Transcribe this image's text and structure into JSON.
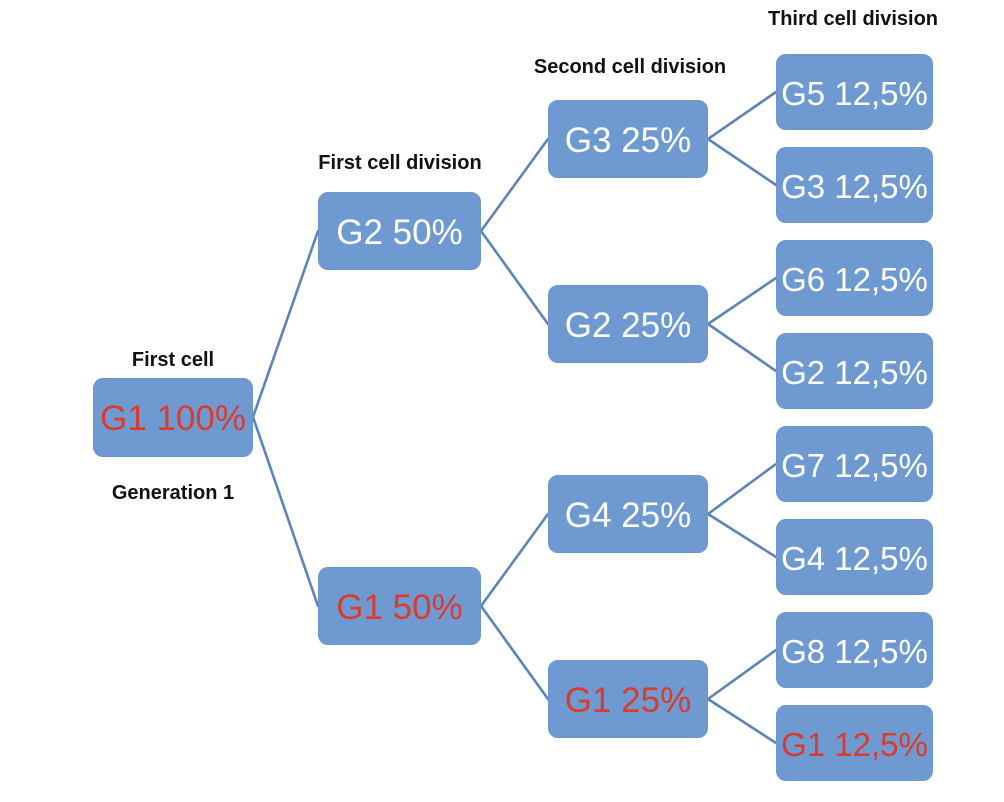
{
  "diagram": {
    "type": "tree",
    "direction": "left-to-right"
  },
  "labels": {
    "first_cell": "First cell",
    "generation_1": "Generation 1",
    "first_cell_division": "First cell division",
    "second_cell_division": "Second cell division",
    "third_cell_division": "Third cell division"
  },
  "colors": {
    "box_fill": "#6F9AD1",
    "box_border": "#6E97C9",
    "connector_line": "#5B84B8",
    "node_text_white": "#FFFFFF",
    "node_text_red": "#DB3B2A",
    "label_text": "#111111"
  },
  "nodes": [
    {
      "id": "g1-100",
      "label": "G1 100%",
      "color": "#DB3B2A",
      "level": 1
    },
    {
      "id": "g2-50",
      "label": "G2 50%",
      "color": "#FFFFFF",
      "level": 2
    },
    {
      "id": "g1-50",
      "label": "G1 50%",
      "color": "#DB3B2A",
      "level": 2
    },
    {
      "id": "g3-25",
      "label": "G3 25%",
      "color": "#FFFFFF",
      "level": 3
    },
    {
      "id": "g2-25",
      "label": "G2 25%",
      "color": "#FFFFFF",
      "level": 3
    },
    {
      "id": "g4-25",
      "label": "G4 25%",
      "color": "#FFFFFF",
      "level": 3
    },
    {
      "id": "g1-25",
      "label": "G1 25%",
      "color": "#DB3B2A",
      "level": 3
    },
    {
      "id": "g5-125",
      "label": "G5 12,5%",
      "color": "#FFFFFF",
      "level": 4
    },
    {
      "id": "g3-125",
      "label": "G3 12,5%",
      "color": "#FFFFFF",
      "level": 4
    },
    {
      "id": "g6-125",
      "label": "G6 12,5%",
      "color": "#FFFFFF",
      "level": 4
    },
    {
      "id": "g2-125",
      "label": "G2 12,5%",
      "color": "#FFFFFF",
      "level": 4
    },
    {
      "id": "g7-125",
      "label": "G7 12,5%",
      "color": "#FFFFFF",
      "level": 4
    },
    {
      "id": "g4-125",
      "label": "G4 12,5%",
      "color": "#FFFFFF",
      "level": 4
    },
    {
      "id": "g8-125",
      "label": "G8 12,5%",
      "color": "#FFFFFF",
      "level": 4
    },
    {
      "id": "g1-125",
      "label": "G1 12,5%",
      "color": "#DB3B2A",
      "level": 4
    }
  ],
  "edges": [
    [
      "g1-100",
      "g2-50"
    ],
    [
      "g1-100",
      "g1-50"
    ],
    [
      "g2-50",
      "g3-25"
    ],
    [
      "g2-50",
      "g2-25"
    ],
    [
      "g1-50",
      "g4-25"
    ],
    [
      "g1-50",
      "g1-25"
    ],
    [
      "g3-25",
      "g5-125"
    ],
    [
      "g3-25",
      "g3-125"
    ],
    [
      "g2-25",
      "g6-125"
    ],
    [
      "g2-25",
      "g2-125"
    ],
    [
      "g4-25",
      "g7-125"
    ],
    [
      "g4-25",
      "g4-125"
    ],
    [
      "g1-25",
      "g8-125"
    ],
    [
      "g1-25",
      "g1-125"
    ]
  ]
}
